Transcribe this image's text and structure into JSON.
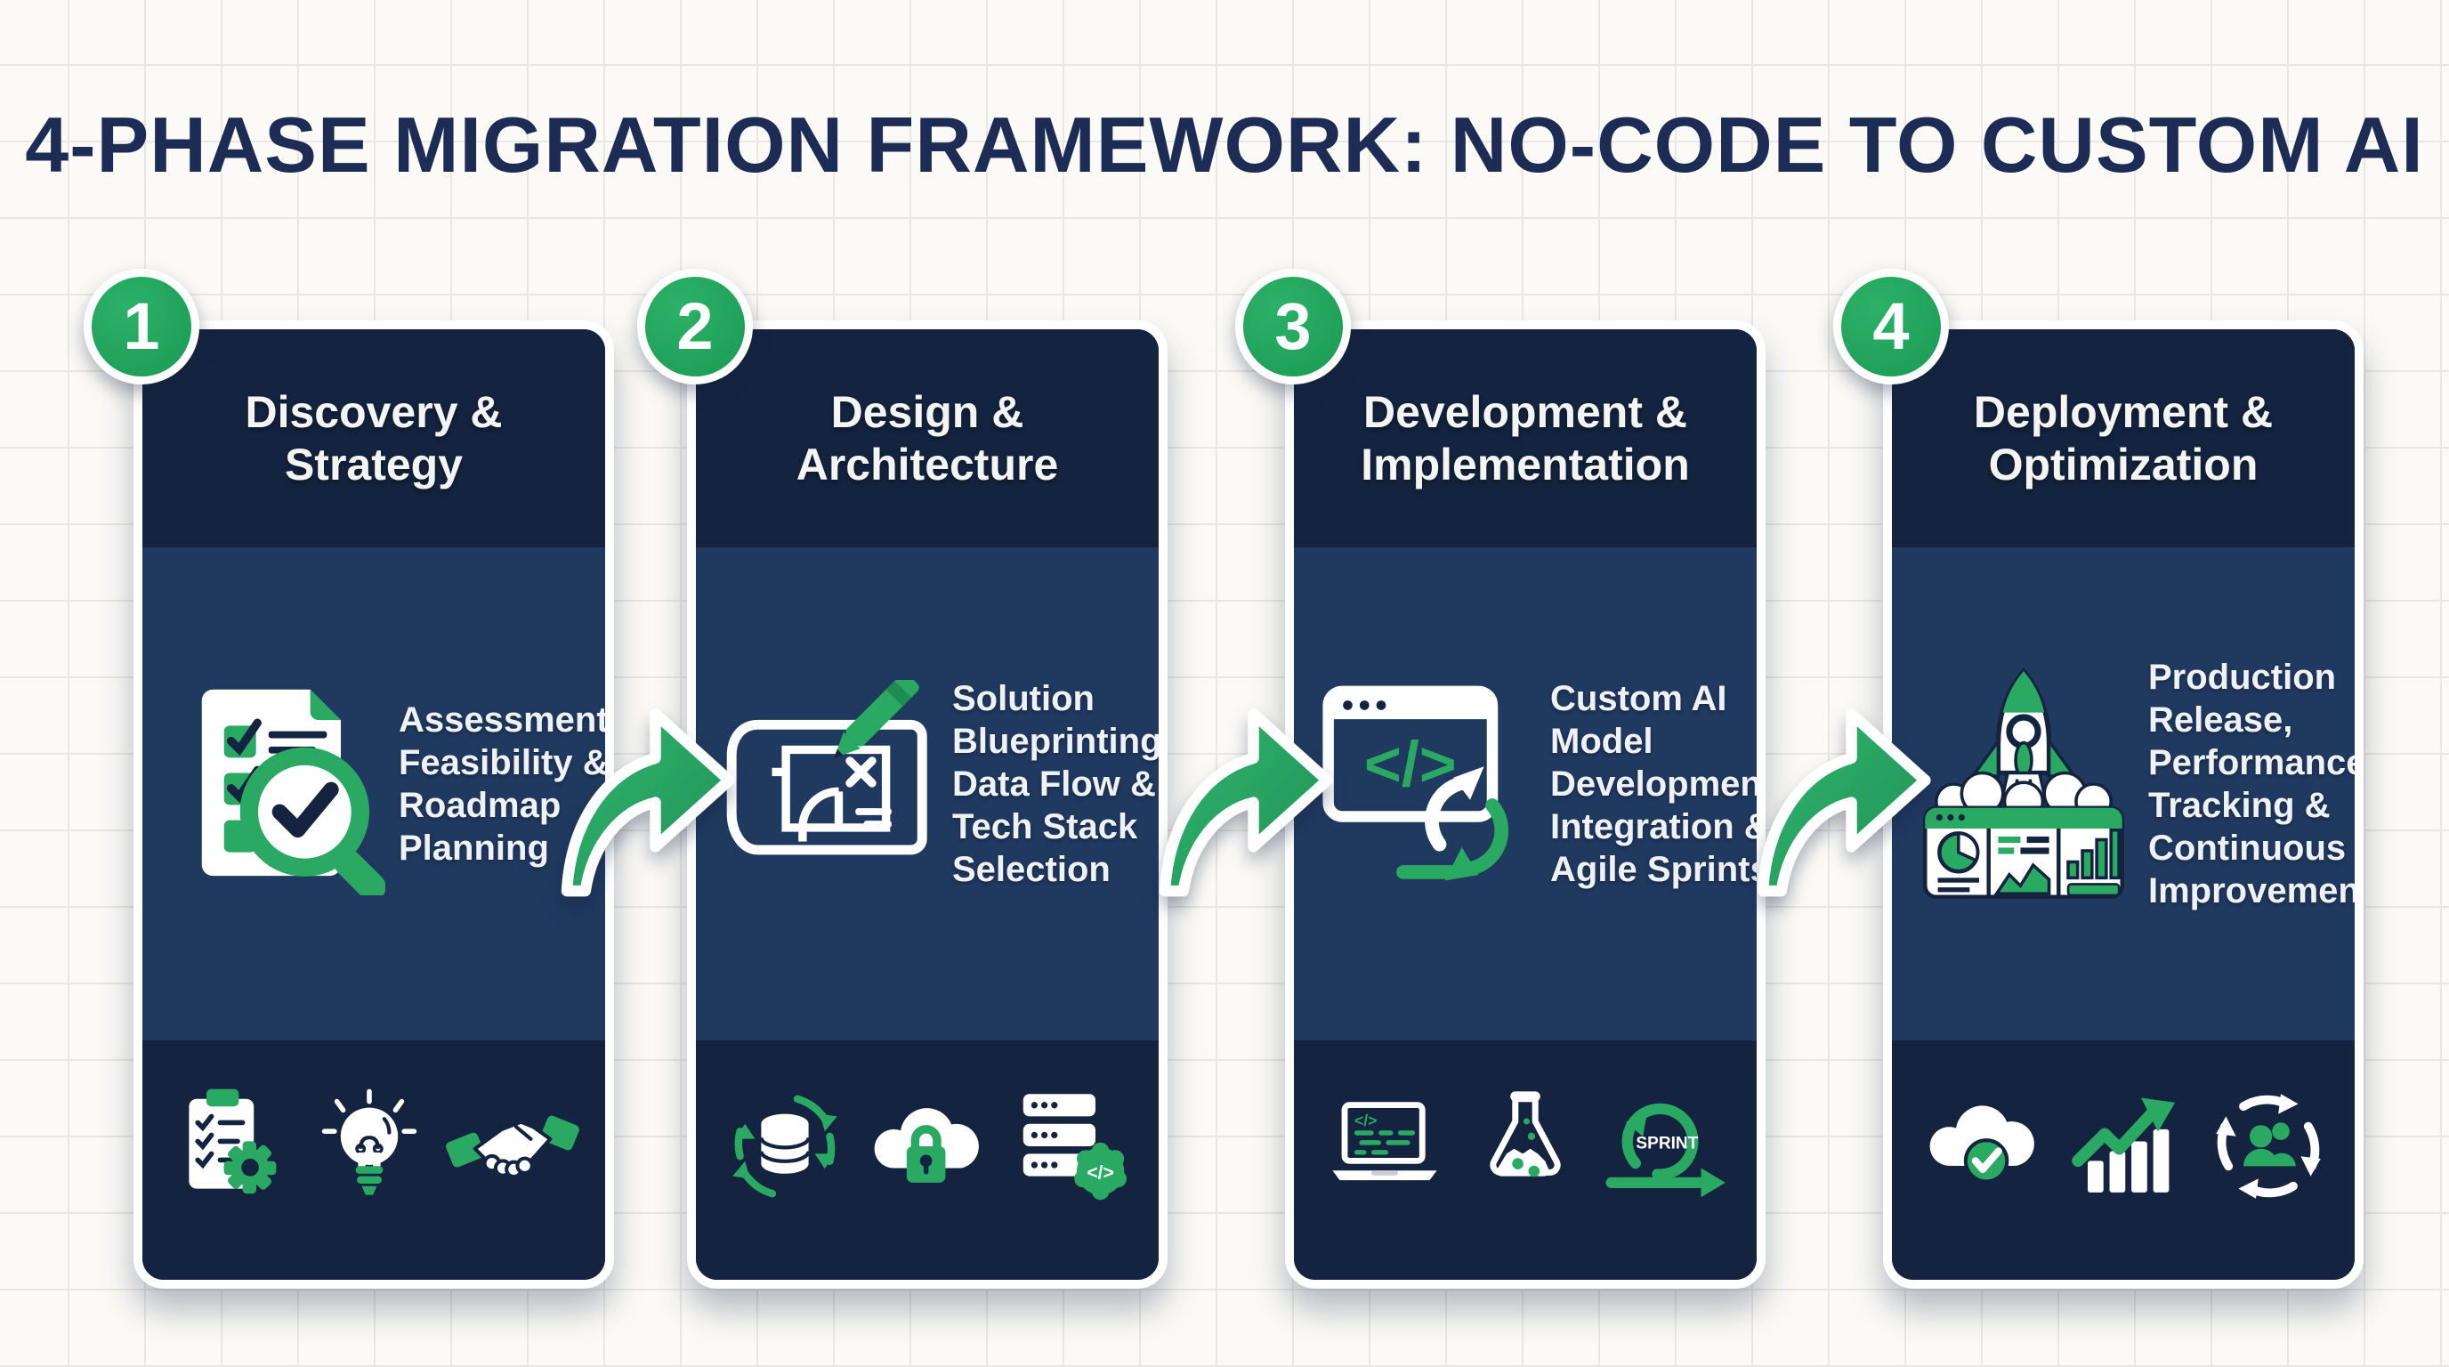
{
  "title": "4-PHASE MIGRATION FRAMEWORK: NO-CODE TO CUSTOM AI",
  "code_glyph": "</>",
  "sprint_label": "SPRINT",
  "theme": {
    "background": "#fbfaf7",
    "grid_line": "#e9e8e4",
    "title_color": "#1d2c55",
    "card_header_navy": "#14233f",
    "card_body_navy": "#20395f",
    "accent_green": "#27a55f",
    "card_border": "#ffffff"
  },
  "phases": [
    {
      "number": "1",
      "title": "Discovery & Strategy",
      "description": "Assessment, Feasibility & Roadmap Planning",
      "main_icon": "checklist-magnifier-icon",
      "footer_icons": [
        "clipboard-gear-icon",
        "lightbulb-icon",
        "handshake-icon"
      ]
    },
    {
      "number": "2",
      "title": "Design & Architecture",
      "description": "Solution Blueprinting, Data Flow & Tech Stack Selection",
      "main_icon": "blueprint-pencil-icon",
      "footer_icons": [
        "database-sync-icon",
        "cloud-lock-icon",
        "server-code-icon"
      ]
    },
    {
      "number": "3",
      "title": "Development & Implementation",
      "description": "Custom AI Model Development, Integration & Agile Sprints",
      "main_icon": "code-window-agile-icon",
      "footer_icons": [
        "laptop-code-icon",
        "flask-icon",
        "sprint-loop-icon"
      ]
    },
    {
      "number": "4",
      "title": "Deployment & Optimization",
      "description": "Production Release, Performance Tracking & Continuous Improvement",
      "main_icon": "rocket-dashboard-icon",
      "footer_icons": [
        "cloud-check-icon",
        "growth-chart-icon",
        "team-sync-icon"
      ]
    }
  ],
  "connector_arrow_count": 3
}
